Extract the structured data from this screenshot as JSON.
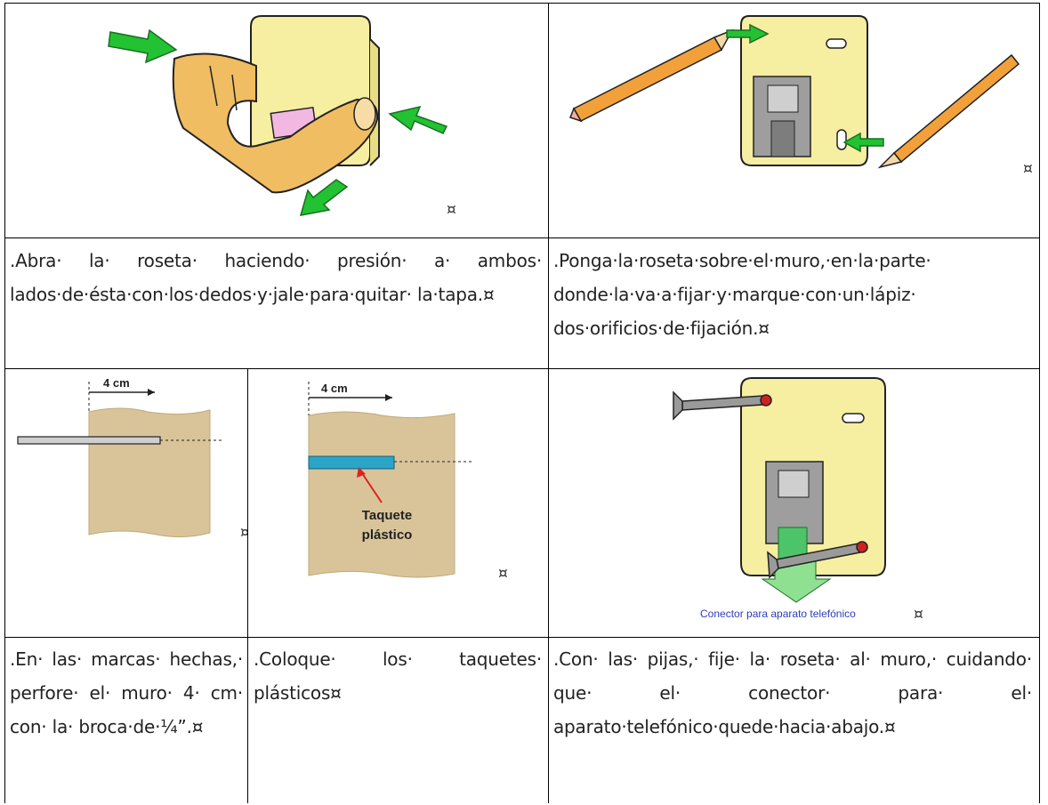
{
  "cells": {
    "step1": {
      "text": ".Abra· la· roseta· haciendo· presión· a· ambos· lados·de·ésta·con·los·dedos·y·jale·para·quitar· la·tapa.¤"
    },
    "step2": {
      "text": ".Ponga·la·roseta·sobre·el·muro,·en·la·parte· donde·la·va·a·fijar·y·marque·con·un·lápiz· dos·orificios·de·fijación.¤"
    },
    "step3": {
      "text": ".En· las· marcas· hechas,· perfore· el· muro· 4· cm· con· la· broca·de·¼”.¤"
    },
    "step4": {
      "text": ".Coloque· los· taquetes· plásticos¤"
    },
    "step5": {
      "text": ".Con· las· pijas,· fije· la· roseta· al· muro,· cuidando· que· el· conector· para· el· aparato·telefónico·quede·hacia·abajo.¤"
    }
  },
  "figures": {
    "drill": {
      "dimension_label": "4 cm"
    },
    "plug": {
      "dimension_label": "4 cm",
      "callout": "Taquete plástico"
    },
    "screws": {
      "caption": "Conector para aparato telefónico"
    }
  },
  "marks": {
    "cell_end": "¤"
  },
  "colors": {
    "arrow_green": "#22c232",
    "box_yellow": "#f6eea0",
    "wall_tan": "#d9c49a",
    "plug_blue": "#2aa5c8",
    "caption_blue": "#2e3db8",
    "callout_red": "#e02020"
  }
}
